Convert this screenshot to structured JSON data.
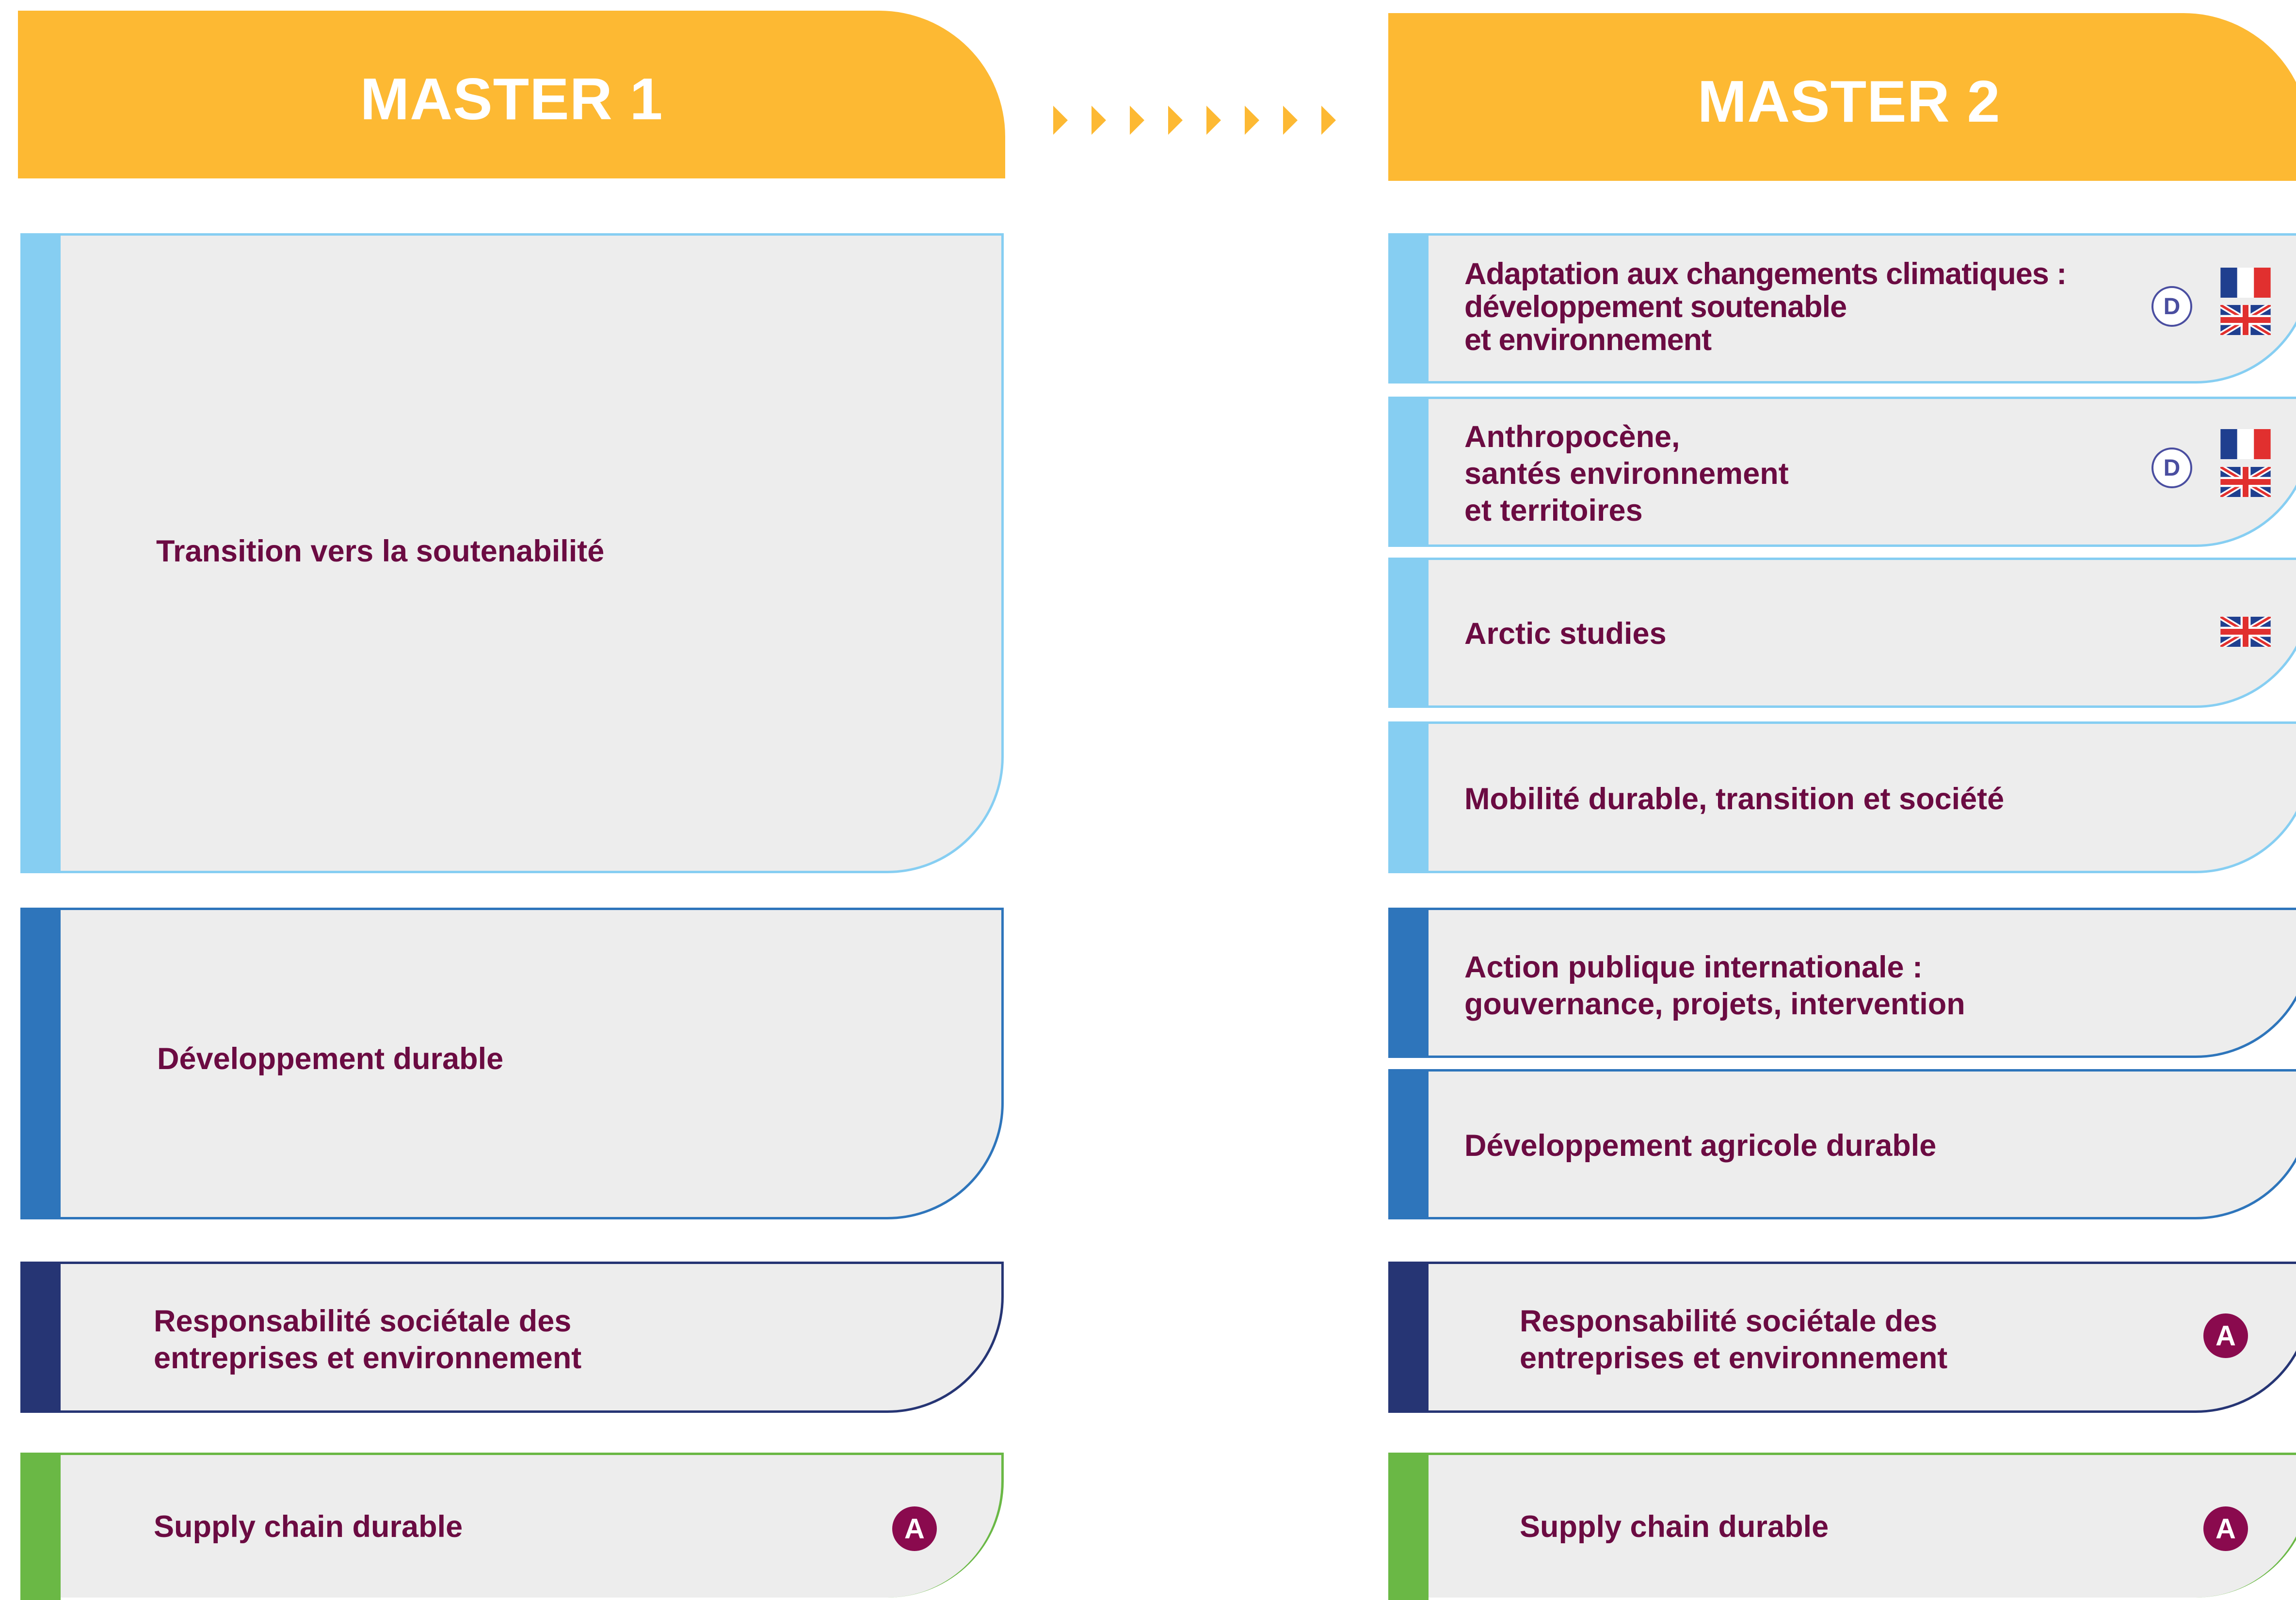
{
  "headers": {
    "master1": "MASTER 1",
    "master2": "MASTER 2"
  },
  "colors": {
    "header": "#FDB933",
    "card_background": "#EDEDED",
    "text": "#6B0B42",
    "light_blue": "#86CEF2",
    "mid_blue": "#2E75BB",
    "dark_blue": "#263574",
    "green": "#6AB845",
    "badge_a": "#8A0A4E",
    "badge_d": "#4A4EA0"
  },
  "master1": {
    "items": [
      {
        "label": "Transition vers la soutenabilité"
      },
      {
        "label": "Développement durable"
      },
      {
        "label": "Responsabilité sociétale des\nentreprises et environnement"
      },
      {
        "label": "Supply chain durable",
        "badge": "A"
      }
    ]
  },
  "master2": {
    "items": [
      {
        "label": "Adaptation aux changements climatiques :\ndéveloppement soutenable\net environnement",
        "badge": "D",
        "flags": [
          "france-flag-icon",
          "uk-flag-icon"
        ]
      },
      {
        "label": "Anthropocène,\nsantés environnement\net territoires",
        "badge": "D",
        "flags": [
          "france-flag-icon",
          "uk-flag-icon"
        ]
      },
      {
        "label": "Arctic studies",
        "flags": [
          "uk-flag-icon"
        ]
      },
      {
        "label": "Mobilité durable, transition et société"
      },
      {
        "label": "Action publique internationale :\ngouvernance, projets, intervention"
      },
      {
        "label": "Développement agricole durable"
      },
      {
        "label": "Responsabilité sociétale des\nentreprises et environnement",
        "badge": "A"
      },
      {
        "label": "Supply chain durable",
        "badge": "A"
      }
    ]
  }
}
